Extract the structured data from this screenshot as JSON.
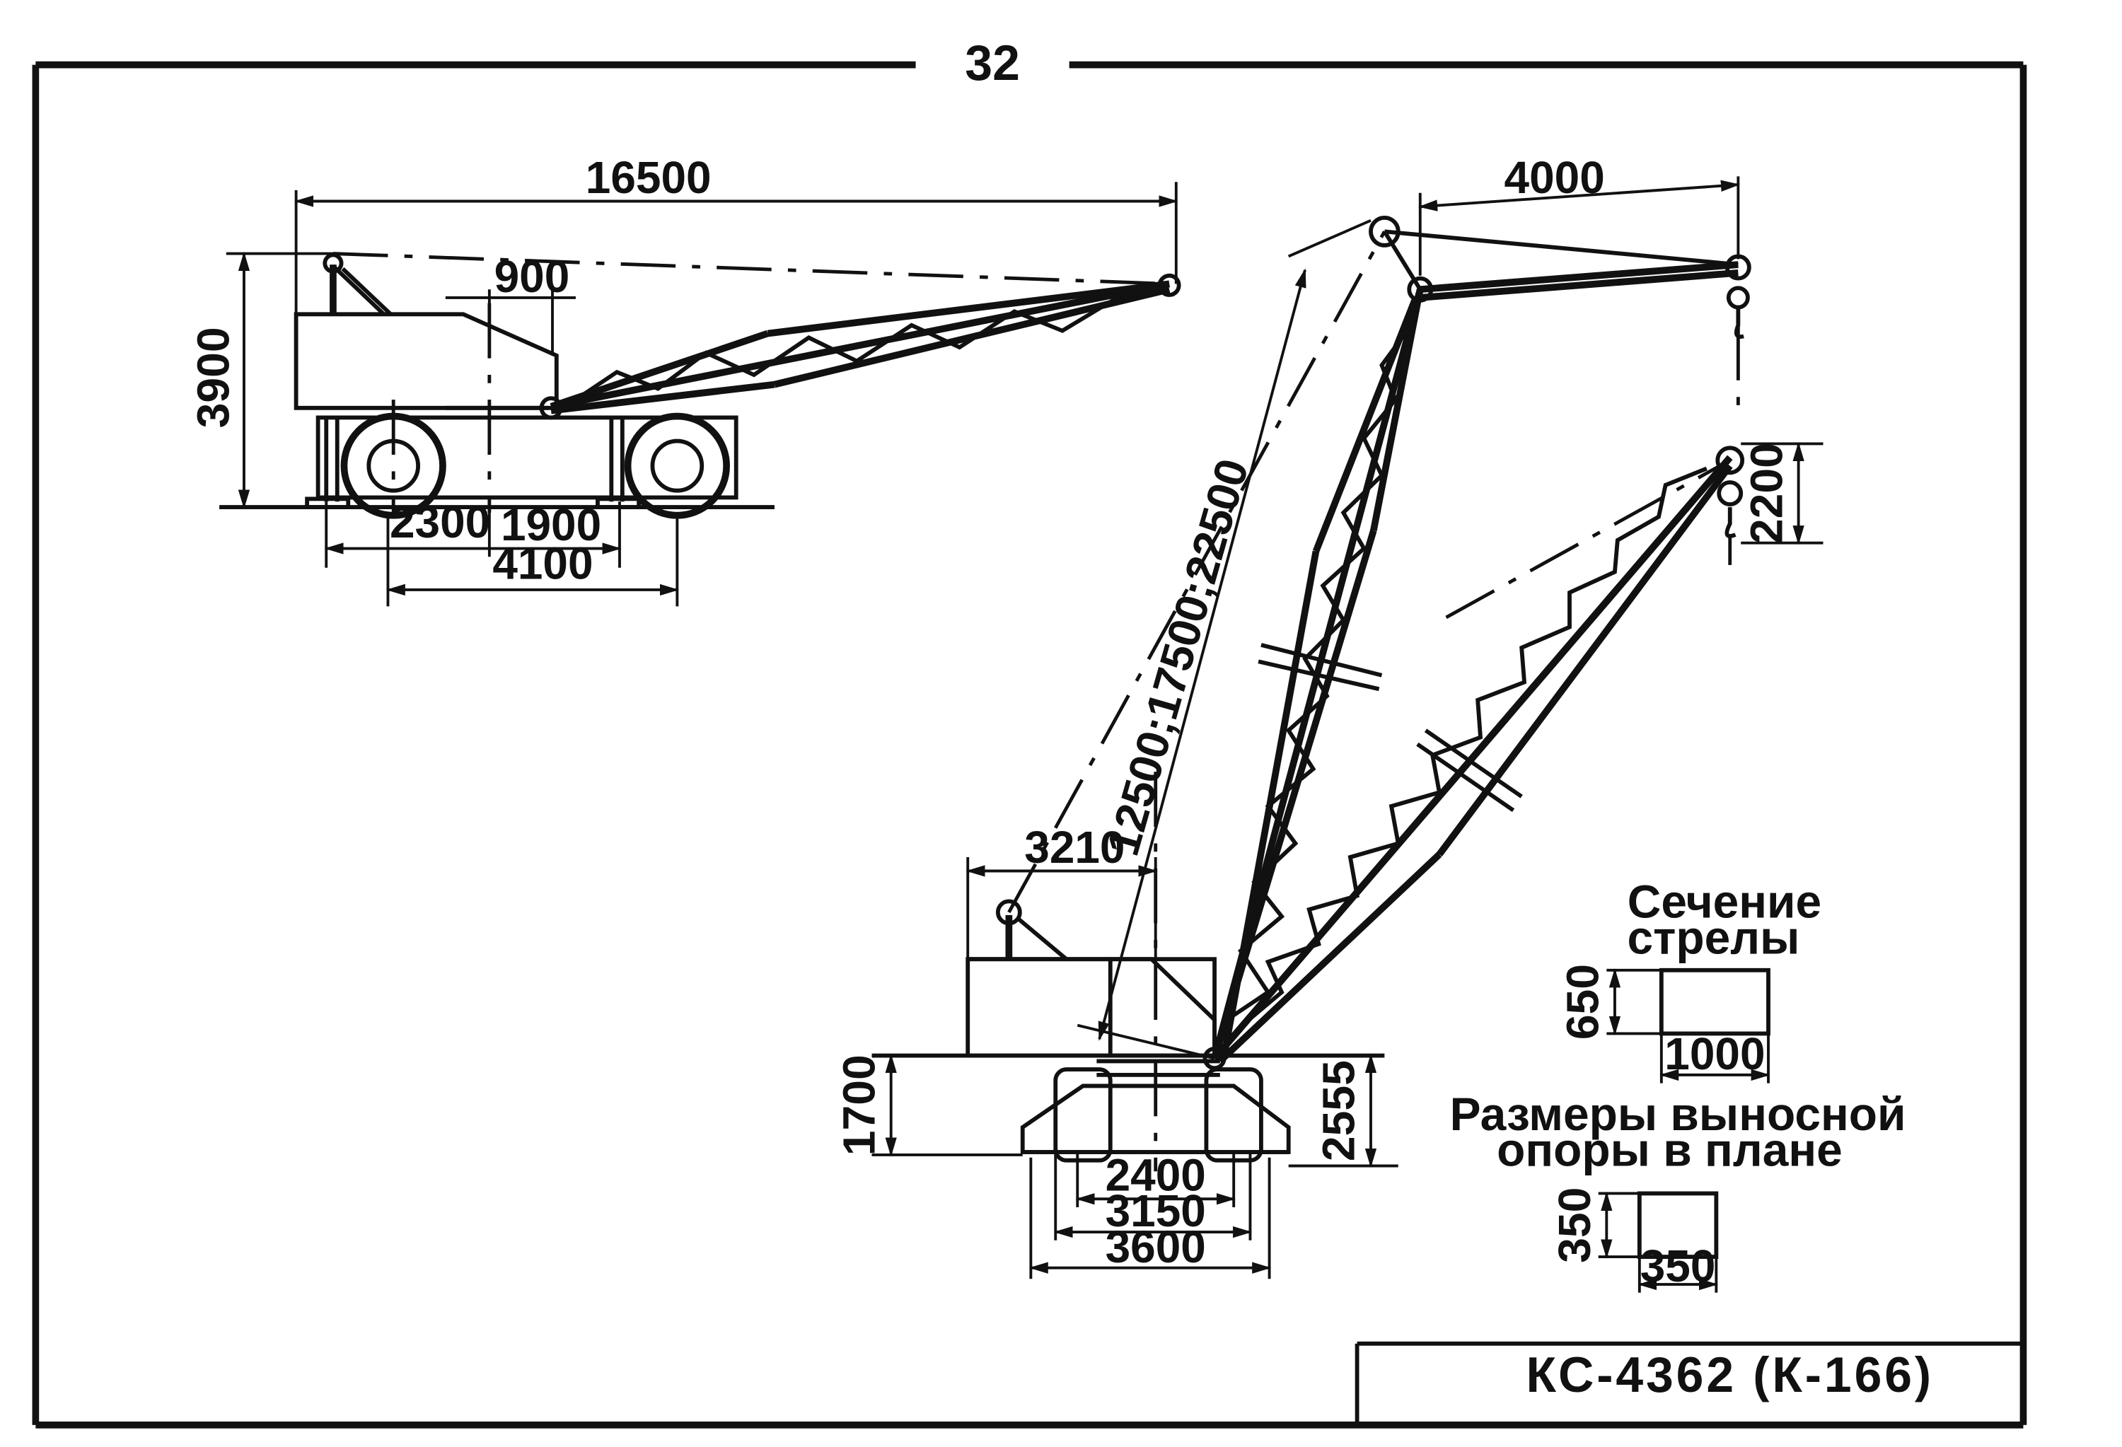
{
  "page_number": "32",
  "title_block": {
    "model": "КС-4362 (К-166)"
  },
  "transport_view": {
    "dims": {
      "overall_length": "16500",
      "height": "3900",
      "cab_offset": "900",
      "rear_span": "2300",
      "front_span": "1900",
      "wheelbase": "4100"
    }
  },
  "working_view": {
    "dims": {
      "jib_reach": "4000",
      "boom_lengths": "12500;17500;22500",
      "pivot_offset": "3210",
      "hook_offset": "2200",
      "ground_height": "1700",
      "total_height": "2555",
      "track_2400": "2400",
      "track_3150": "3150",
      "track_3600": "3600"
    }
  },
  "boom_section": {
    "heading_line1": "Сечение",
    "heading_line2": "стрелы",
    "height": "650",
    "width": "1000"
  },
  "outrigger_pad": {
    "heading_line1": "Размеры выносной",
    "heading_line2": "опоры в плане",
    "height": "350",
    "width": "350"
  }
}
